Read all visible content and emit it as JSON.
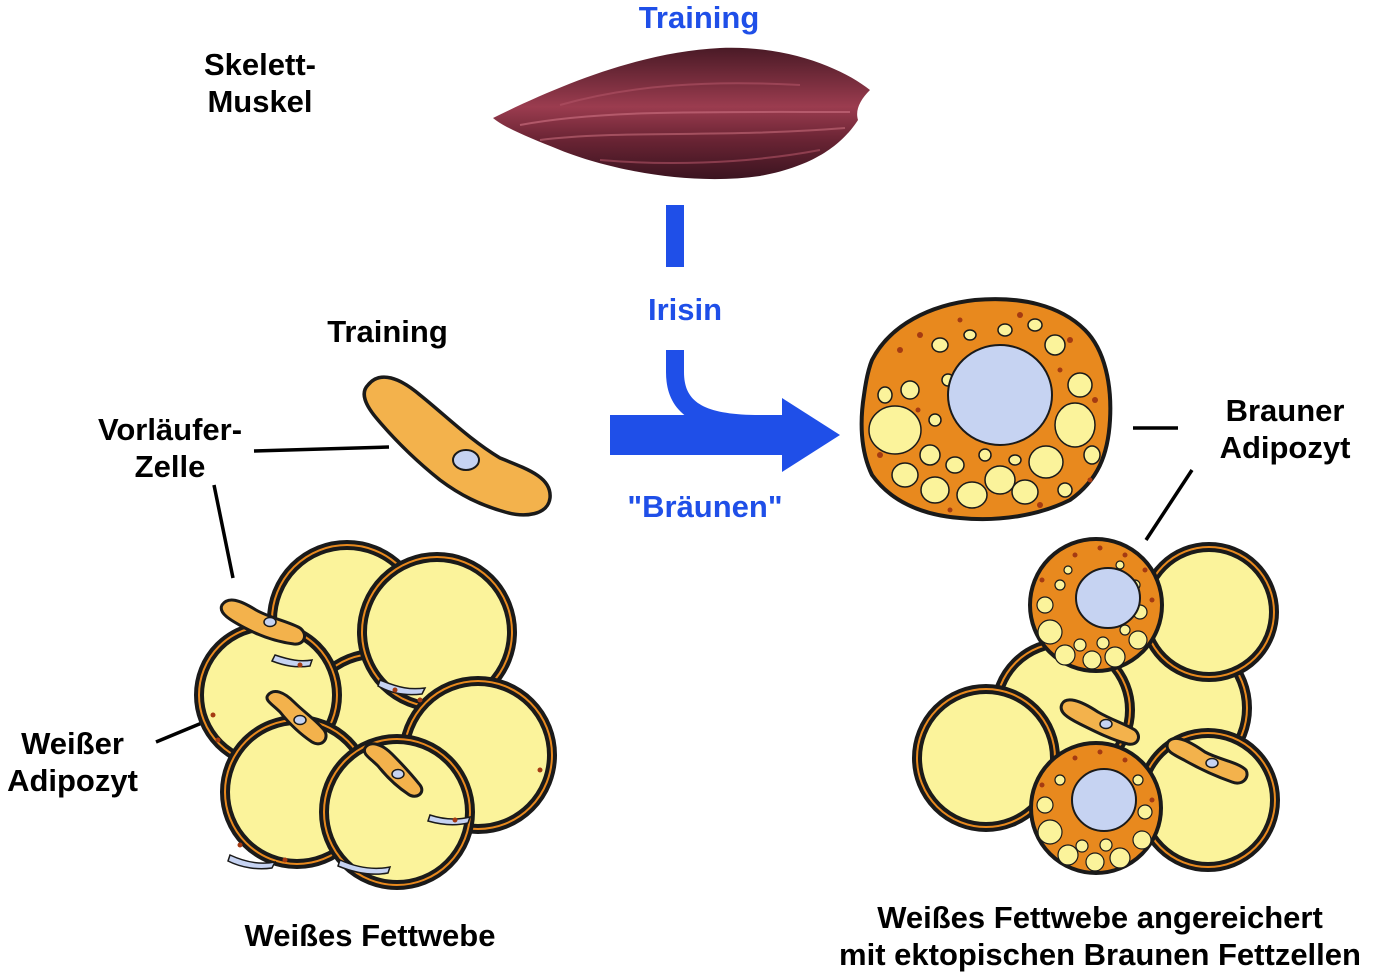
{
  "labels": {
    "training_top": "Training",
    "skeletal_muscle_1": "Skelett-",
    "skeletal_muscle_2": "Muskel",
    "irisin": "Irisin",
    "training_left": "Training",
    "precursor_1": "Vorläufer-",
    "precursor_2": "Zelle",
    "browning": "\"Bräunen\"",
    "brown_adipocyte_1": "Brauner",
    "brown_adipocyte_2": "Adipozyt",
    "white_adipocyte_1": "Weißer",
    "white_adipocyte_2": "Adipozyt",
    "white_fat": "Weißes Fettwebe",
    "enriched_1": "Weißes Fettwebe angereichert",
    "enriched_2": "mit ektopischen Braunen Fettzellen"
  },
  "colors": {
    "accent_blue": "#1f4fe8",
    "fat_yellow": "#fbf39b",
    "brown_orange": "#e8891e",
    "precursor_orange": "#f3b24c",
    "nucleus_blue": "#c6d3f2",
    "muscle": "#7a2d3e"
  },
  "icons": [
    "muscle-icon",
    "precursor-cell-icon",
    "brown-adipocyte-icon",
    "white-fat-cluster-icon",
    "mixed-fat-cluster-icon",
    "browning-arrow-icon"
  ]
}
